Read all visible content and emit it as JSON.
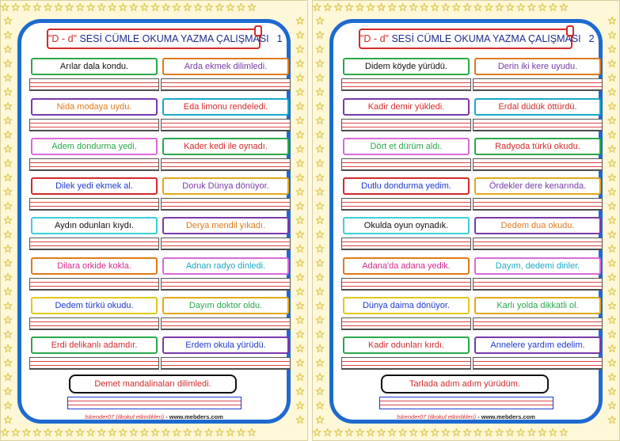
{
  "decoration": {
    "star_icon": "star-icon",
    "star_row": "☆☆☆☆☆☆☆☆☆☆☆☆☆☆☆☆☆☆☆☆☆☆☆☆",
    "star_col": "☆☆☆☆☆☆☆☆☆☆☆☆☆☆☆☆☆☆☆☆☆☆☆☆☆☆☆☆☆☆",
    "frame_color": "#1e6ad0",
    "title_border_color": "#d42a2a"
  },
  "worksheets": [
    {
      "title_quote": "\"D - d\"",
      "title_text": "SESİ CÜMLE OKUMA YAZMA ÇALIŞMASI",
      "title_number": "1",
      "sentences": [
        {
          "text": "Arılar dala kondu.",
          "border": "#2aa84a",
          "color": "#111111"
        },
        {
          "text": "Arda ekmek dilimledi.",
          "border": "#e07a1a",
          "color": "#7a3aa8"
        },
        {
          "text": "Nida modaya uydu.",
          "border": "#7a3aa8",
          "color": "#e07a1a"
        },
        {
          "text": "Eda limonu rendeledi.",
          "border": "#1aa8c8",
          "color": "#d42a2a"
        },
        {
          "text": "Adem dondurma yedi.",
          "border": "#d86ad8",
          "color": "#2aa84a"
        },
        {
          "text": "Kader kedi ile oynadı.",
          "border": "#2aa84a",
          "color": "#d42a2a"
        },
        {
          "text": "Dilek yedi ekmek al.",
          "border": "#d42a2a",
          "color": "#1e3ad0"
        },
        {
          "text": "Doruk Dünya dönüyor.",
          "border": "#e0a81a",
          "color": "#7a3aa8"
        },
        {
          "text": "Aydın odunları kıydı.",
          "border": "#3ad0d8",
          "color": "#111111"
        },
        {
          "text": "Derya mendil yıkadı.",
          "border": "#7a3aa8",
          "color": "#e07a1a"
        },
        {
          "text": "Dilara orkide kokla.",
          "border": "#e07a1a",
          "color": "#d42a8a"
        },
        {
          "text": "Adnan radyo dinledi.",
          "border": "#d86ad8",
          "color": "#1aa8c8"
        },
        {
          "text": "Dedem türkü okudu.",
          "border": "#e0c81a",
          "color": "#1e3ad0"
        },
        {
          "text": "Dayım doktor oldu.",
          "border": "#e0a81a",
          "color": "#2aa84a"
        },
        {
          "text": "Erdi delikanlı adamdır.",
          "border": "#2aa84a",
          "color": "#d42a2a"
        },
        {
          "text": "Erdem okula yürüdü.",
          "border": "#7a3aa8",
          "color": "#1e3ad0"
        }
      ],
      "final_sentence": "Demet mandalinaları dilimledi.",
      "footer_credit": "İskender07 (ilkokul etkinlikleri)",
      "footer_site": " - www.mebders.com"
    },
    {
      "title_quote": "\"D - d\"",
      "title_text": "SESİ CÜMLE OKUMA YAZMA ÇALIŞMASI",
      "title_number": "2",
      "sentences": [
        {
          "text": "Didem köyde yürüdü.",
          "border": "#2aa84a",
          "color": "#111111"
        },
        {
          "text": "Derin iki kere uyudu.",
          "border": "#e07a1a",
          "color": "#7a3aa8"
        },
        {
          "text": "Kadir demir yükledi.",
          "border": "#7a3aa8",
          "color": "#d42a2a"
        },
        {
          "text": "Erdal düdük öttürdü.",
          "border": "#1aa8c8",
          "color": "#d42a2a"
        },
        {
          "text": "Dört et dürüm aldı.",
          "border": "#d86ad8",
          "color": "#2aa84a"
        },
        {
          "text": "Radyoda türkü okudu.",
          "border": "#2aa84a",
          "color": "#d42a2a"
        },
        {
          "text": "Dutlu dondurma yedim.",
          "border": "#d42a2a",
          "color": "#1e3ad0"
        },
        {
          "text": "Ördekler dere kenarında.",
          "border": "#e0a81a",
          "color": "#7a3aa8"
        },
        {
          "text": "Okulda oyun oynadık.",
          "border": "#3ad0d8",
          "color": "#111111"
        },
        {
          "text": "Dedem dua okudu.",
          "border": "#7a3aa8",
          "color": "#e07a1a"
        },
        {
          "text": "Adana'da adana yedik.",
          "border": "#e07a1a",
          "color": "#d42a8a"
        },
        {
          "text": "Dayım, dedemi dinler.",
          "border": "#d86ad8",
          "color": "#1aa8c8"
        },
        {
          "text": "Dünya daima dönüyor.",
          "border": "#e0c81a",
          "color": "#1e3ad0"
        },
        {
          "text": "Karlı yolda dikkatli ol.",
          "border": "#e0a81a",
          "color": "#2aa84a"
        },
        {
          "text": "Kadir odunları kırdı.",
          "border": "#2aa84a",
          "color": "#d42a2a"
        },
        {
          "text": "Annelere yardım edelim.",
          "border": "#7a3aa8",
          "color": "#1e3ad0"
        }
      ],
      "final_sentence": "Tarlada adım adım yürüdüm.",
      "footer_credit": "İskender07 (ilkokul etkinlikleri)",
      "footer_site": " - www.mebders.com"
    }
  ]
}
